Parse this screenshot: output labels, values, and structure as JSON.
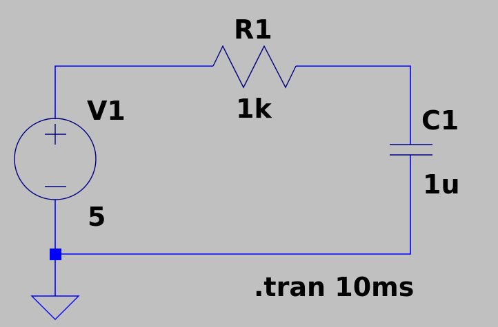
{
  "schematic": {
    "background_color": "#c0c0c0",
    "wire_color": "#0000ff",
    "symbol_color": "#000080",
    "components": {
      "voltage_source": {
        "name": "V1",
        "value": "5",
        "icon": "dc-voltage-source-icon",
        "plus": "+",
        "minus": "−"
      },
      "resistor": {
        "name": "R1",
        "value": "1k",
        "icon": "resistor-zigzag-icon"
      },
      "capacitor": {
        "name": "C1",
        "value": "1u",
        "icon": "capacitor-icon"
      },
      "ground": {
        "icon": "ground-icon"
      }
    },
    "directive": ".tran 10ms"
  }
}
